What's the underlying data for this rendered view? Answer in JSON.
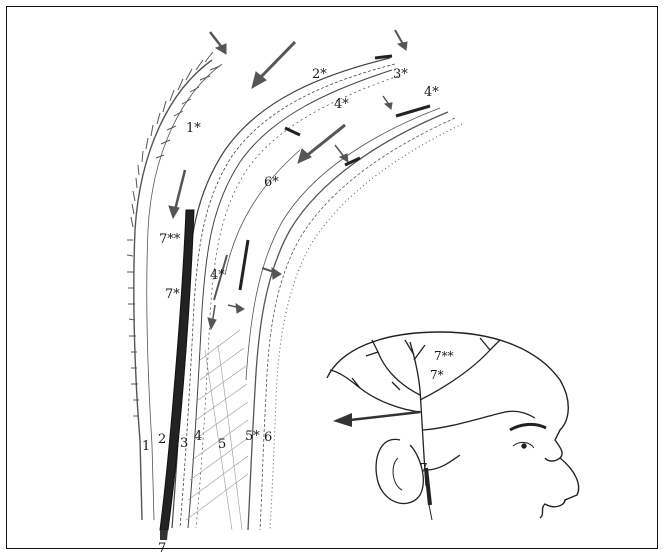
{
  "labels": {
    "l_1star": "1*",
    "l_2star": "2*",
    "l_3star": "3*",
    "l_4star_top": "4*",
    "l_4star_mid": "4*",
    "l_4star_right": "4*",
    "l_6star": "6*",
    "l_7star_star": "7**",
    "l_7star": "7*",
    "l_1": "1",
    "l_2": "2",
    "l_3": "3",
    "l_4": "4",
    "l_5": "5",
    "l_5star": "5*",
    "l_6": "6",
    "l_7_bottom": "7",
    "head_7star_star": "7**",
    "head_7star": "7*",
    "head_7": "7"
  }
}
